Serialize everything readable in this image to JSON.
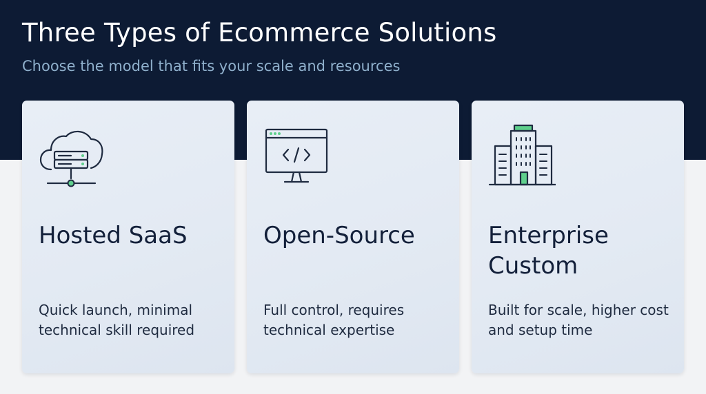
{
  "header": {
    "title": "Three Types of Ecommerce Solutions",
    "subtitle": "Choose the model that fits your scale and resources"
  },
  "colors": {
    "header_bg": "#0d1b34",
    "subtitle": "#8fb0cc",
    "accent_green": "#5fcf8c",
    "icon_stroke": "#1f2b40",
    "card_bg": "#e5ecf4",
    "page_bg": "#f2f3f5"
  },
  "cards": [
    {
      "icon": "cloud-server-icon",
      "title": "Hosted SaaS",
      "description": "Quick launch, minimal technical skill required"
    },
    {
      "icon": "code-monitor-icon",
      "title": "Open-Source",
      "description": "Full control, requires technical expertise"
    },
    {
      "icon": "office-building-icon",
      "title": "Enterprise Custom",
      "description": "Built for scale, higher cost and setup time"
    }
  ]
}
